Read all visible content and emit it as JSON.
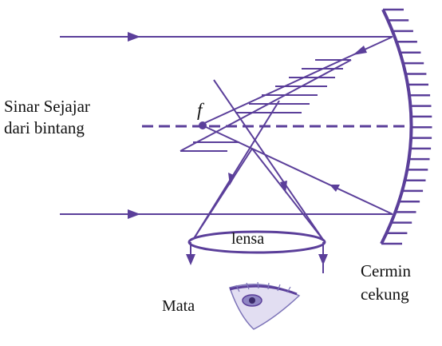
{
  "labels": {
    "incoming_rays": [
      "Sinar  Sejajar",
      "dari bintang"
    ],
    "focus": "f",
    "lens": "lensa",
    "eye": "Mata",
    "mirror": [
      "Cermin",
      "cekung"
    ]
  },
  "colors": {
    "ray": "#5b3f9a",
    "text": "#111111",
    "eye": "#7d74b8"
  },
  "icons": {
    "eye": "eye-icon"
  }
}
